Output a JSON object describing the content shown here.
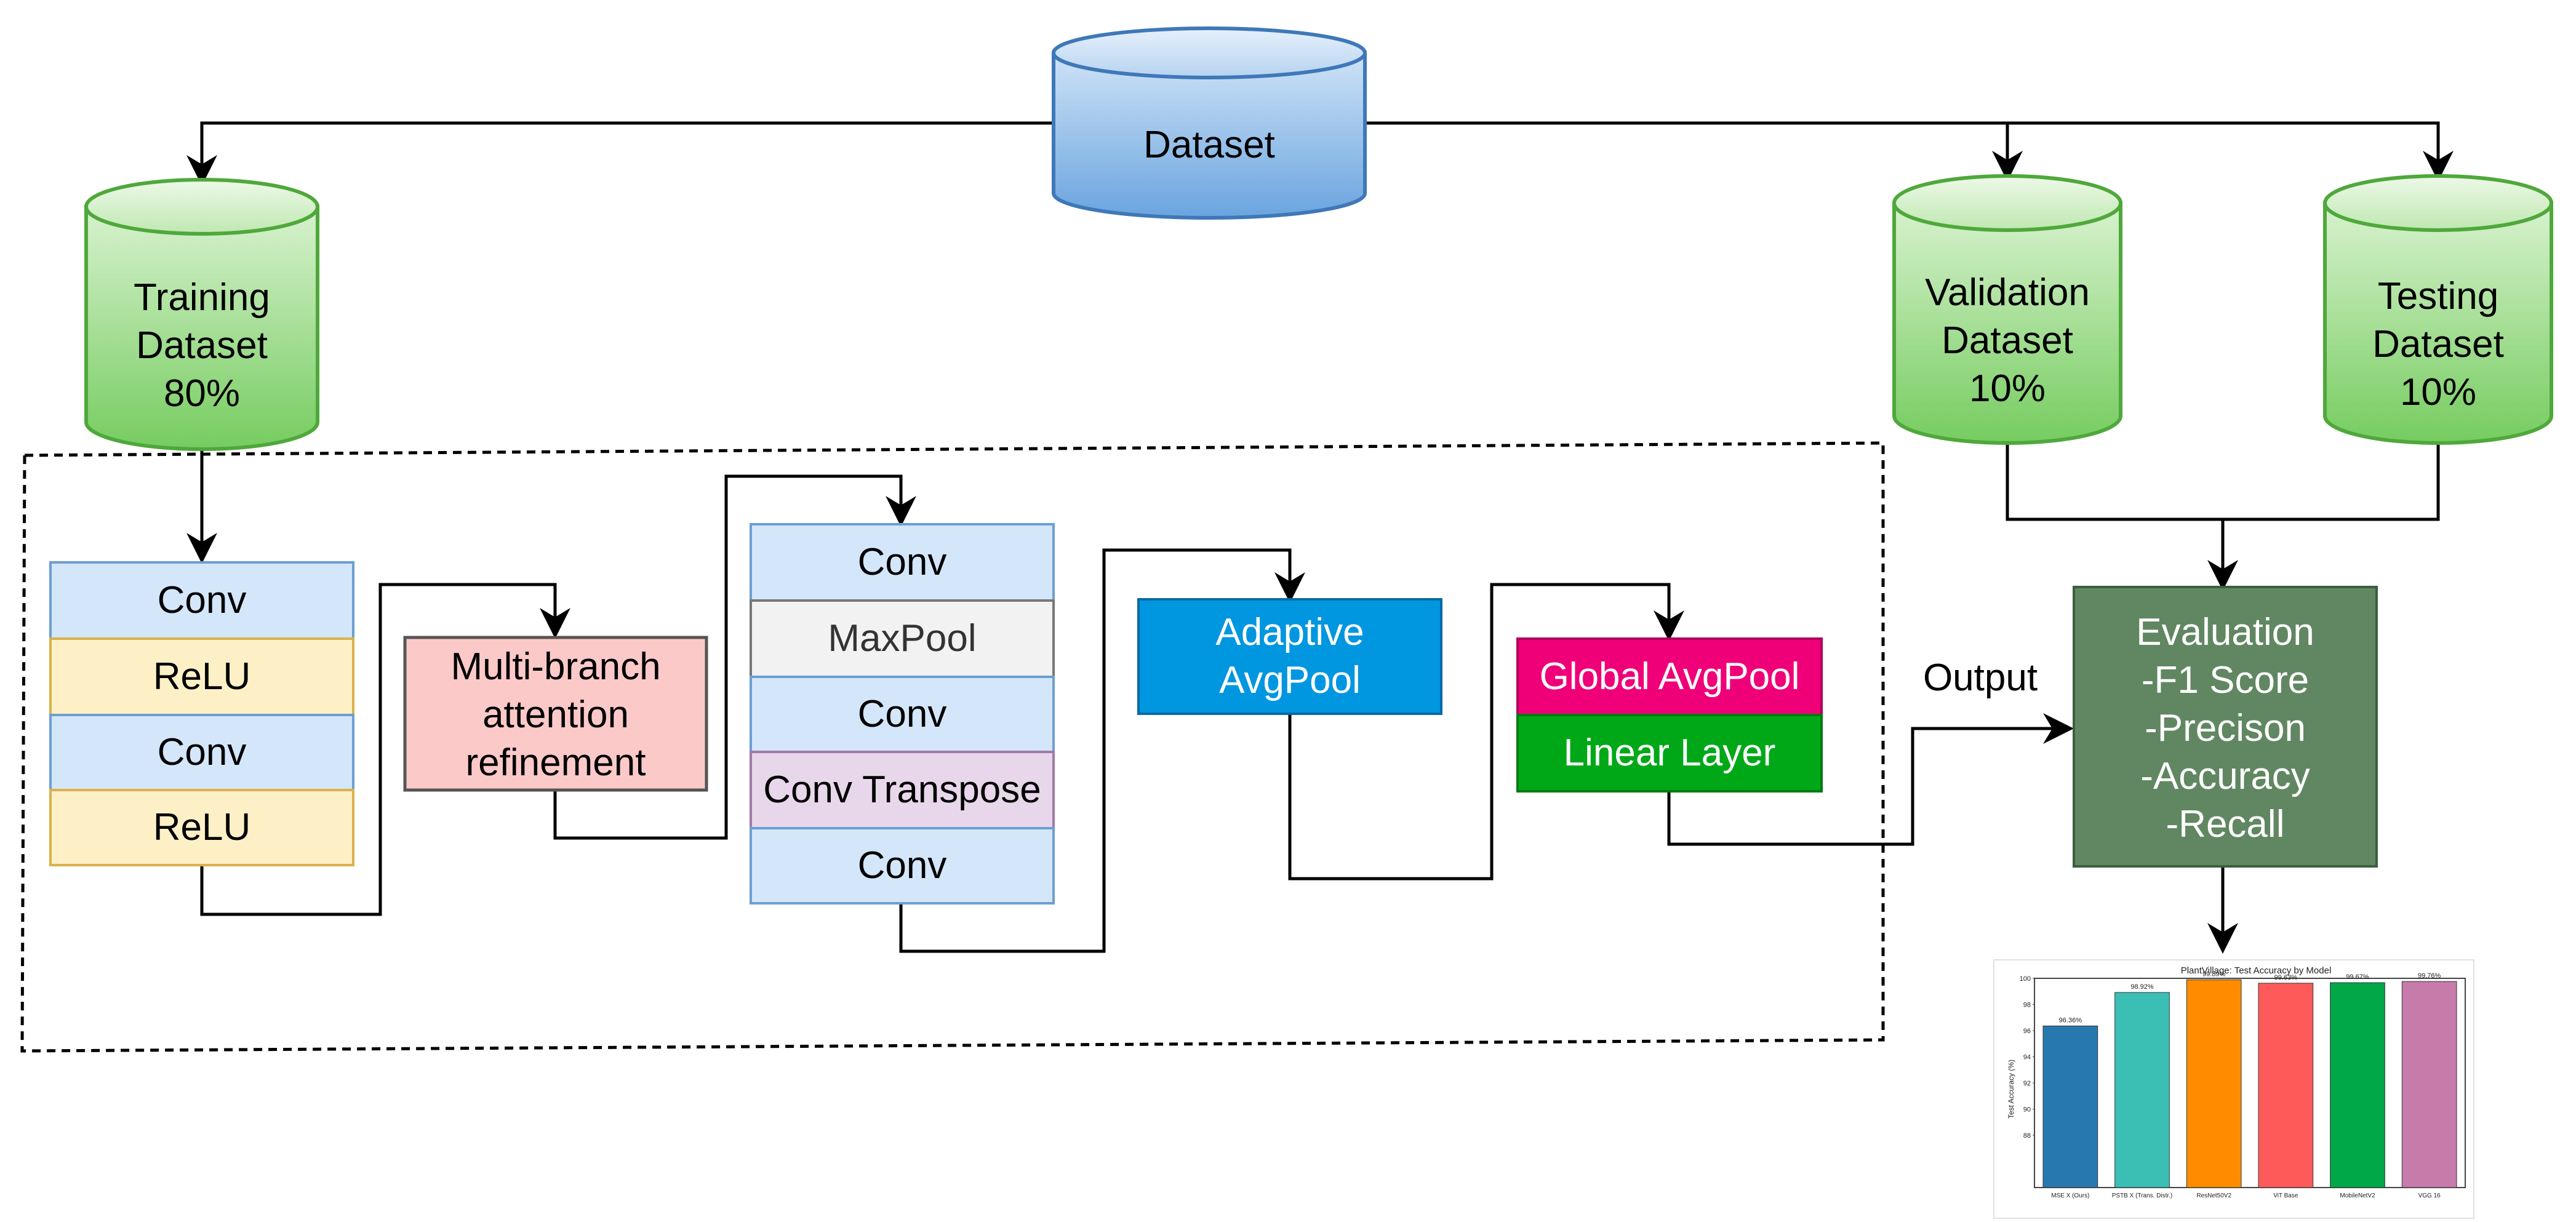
{
  "datasets": {
    "main": "Dataset",
    "training": [
      "Training",
      "Dataset",
      "80%"
    ],
    "validation": [
      "Validation",
      "Dataset",
      "10%"
    ],
    "testing": [
      "Testing",
      "Dataset",
      "10%"
    ]
  },
  "blocks": {
    "stem": [
      "Conv",
      "ReLU",
      "Conv",
      "ReLU"
    ],
    "attention": [
      "Multi-branch",
      "attention",
      "refinement"
    ],
    "encoder_decoder": [
      "Conv",
      "MaxPool",
      "Conv",
      "Conv Transpose",
      "Conv"
    ],
    "adaptive_pool": [
      "Adaptive",
      "AvgPool"
    ],
    "global_pool": "Global AvgPool",
    "linear": "Linear Layer"
  },
  "output_label": "Output",
  "evaluation": [
    "Evaluation",
    "-F1 Score",
    "-Precison",
    "-Accuracy",
    "-Recall"
  ],
  "colors": {
    "dataset_blue": "#7fb2e5",
    "dataset_green": "#8fd67c",
    "conv": "#d4e6fa",
    "relu": "#fdf0c7",
    "attention": "#fcc9c9",
    "maxpool": "#f2f2f2",
    "conv_transpose": "#e8d6ea",
    "adaptive_pool": "#0096e0",
    "global_pool": "#f00078",
    "linear": "#00a818",
    "evaluation": "#608761"
  },
  "chart_data": {
    "type": "bar",
    "title": "PlantVillage: Test Accuracy by Model",
    "ylabel": "Test Accuracy (%)",
    "ylim": [
      84,
      100
    ],
    "categories": [
      "MSE X (Ours)",
      "PSTB X (Trans. Distr.)",
      "ResNet50V2",
      "ViT Base",
      "MobileNetV2",
      "VGG 16"
    ],
    "values": [
      96.36,
      98.92,
      99.89,
      99.63,
      99.67,
      99.76
    ],
    "value_labels": [
      "96.36%",
      "98.92%",
      "99.89%",
      "99.63%",
      "99.67%",
      "99.76%"
    ],
    "yticks": [
      "100",
      "98",
      "96",
      "94",
      "92",
      "90",
      "88"
    ],
    "bar_colors": [
      "#2878b0",
      "#3bbfb5",
      "#ff8c00",
      "#ff5a5a",
      "#00a848",
      "#c77bab"
    ]
  }
}
